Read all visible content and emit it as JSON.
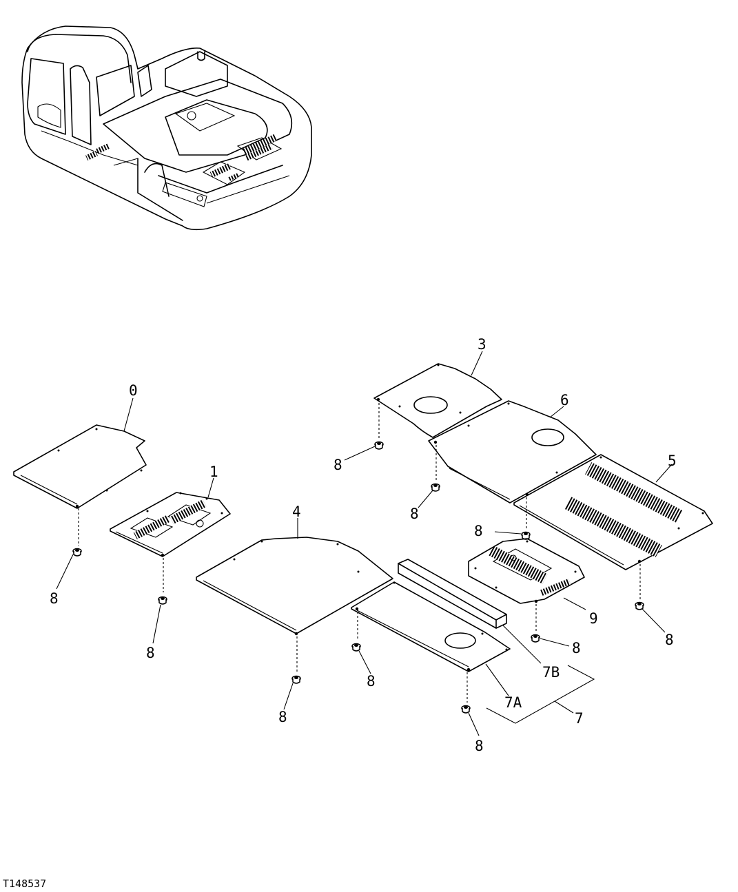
{
  "drawing_code": "T148537",
  "callouts": {
    "c0": "0",
    "c1": "1",
    "c3": "3",
    "c4": "4",
    "c5": "5",
    "c6": "6",
    "c7": "7",
    "c7a": "7A",
    "c7b": "7B",
    "c8": "8",
    "c9": "9"
  }
}
